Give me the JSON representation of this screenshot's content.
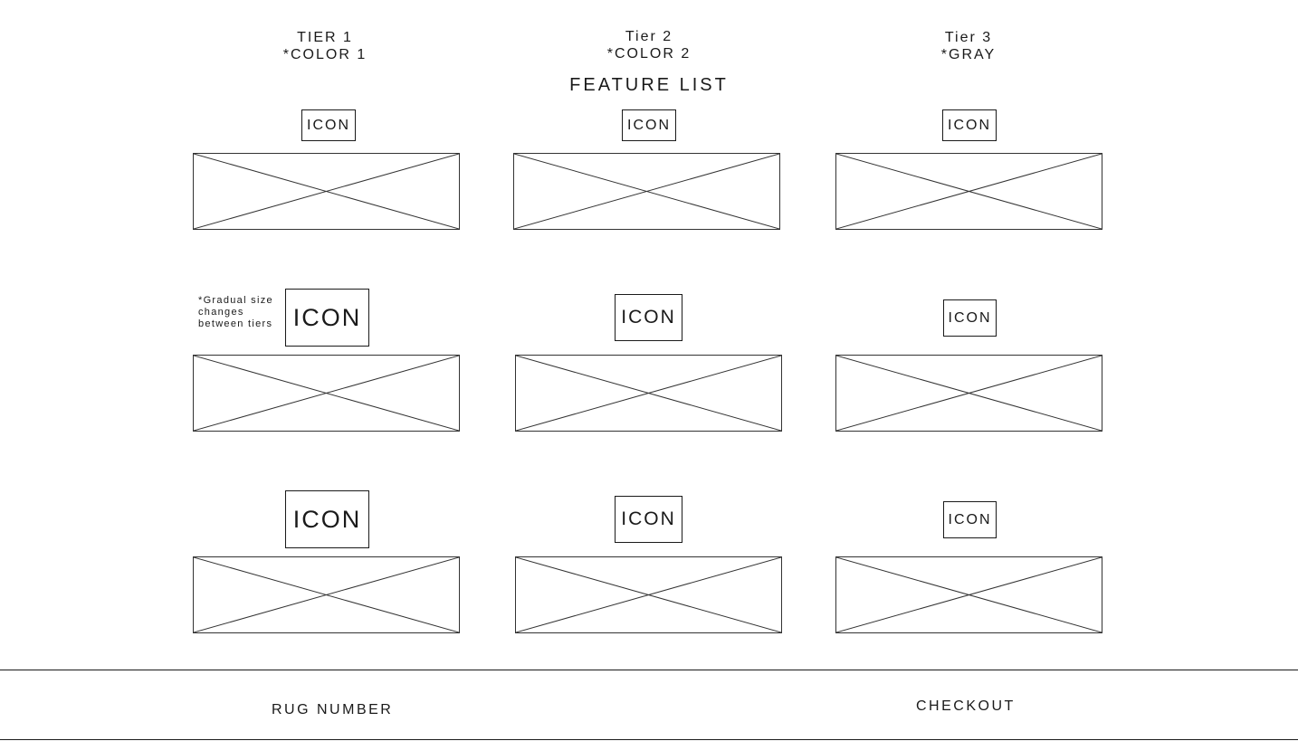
{
  "tiers": [
    {
      "title": "TIER 1",
      "subtitle": "*COLOR 1"
    },
    {
      "title": "Tier 2",
      "subtitle": "*COLOR 2"
    },
    {
      "title": "Tier 3",
      "subtitle": "*GRAY"
    }
  ],
  "feature_list_title": "FEATURE LIST",
  "icon_label": "ICON",
  "size_note": {
    "line1": "*Gradual size",
    "line2": "changes",
    "line3": "between tiers"
  },
  "footer": {
    "rug_number": "RUG NUMBER",
    "checkout": "CHECKOUT"
  },
  "icons": {
    "placeholder": "image-placeholder-icon"
  }
}
